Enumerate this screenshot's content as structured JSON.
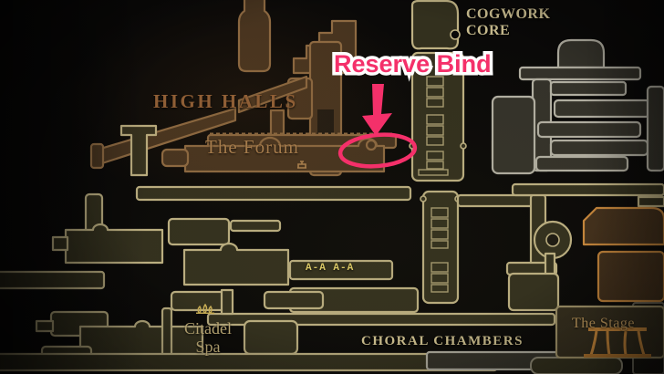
{
  "annotation": {
    "label": "Reserve Bind",
    "color": "#f4306a",
    "outline_color": "#ffffff",
    "target": "ledge right of The Forum, below Cogwork Core"
  },
  "map_labels": {
    "cogwork_line1": "COGWORK",
    "cogwork_line2": "CORE",
    "high_halls": "HIGH HALLS",
    "the_forum": "The Forum",
    "citadel_line1": "Citadel",
    "citadel_line2": "Spa",
    "choral_chambers": "CHORAL CHAMBERS",
    "the_stage": "The Stage"
  },
  "decorations": {
    "bench_markers": "A-A A-A"
  },
  "colors": {
    "annotation_pink": "#f4306a",
    "khaki_stroke": "#beb183",
    "brown_stroke": "#8f6b43",
    "gray_stroke": "#b2afa2",
    "orange_stroke": "#c8873c",
    "label_tan": "#c9bc8f",
    "label_warm": "#a57b4b",
    "label_rust": "#8f5e35",
    "label_gold": "#c19b5e",
    "label_cream": "#cbbd8d",
    "bg": "#0a0908"
  }
}
